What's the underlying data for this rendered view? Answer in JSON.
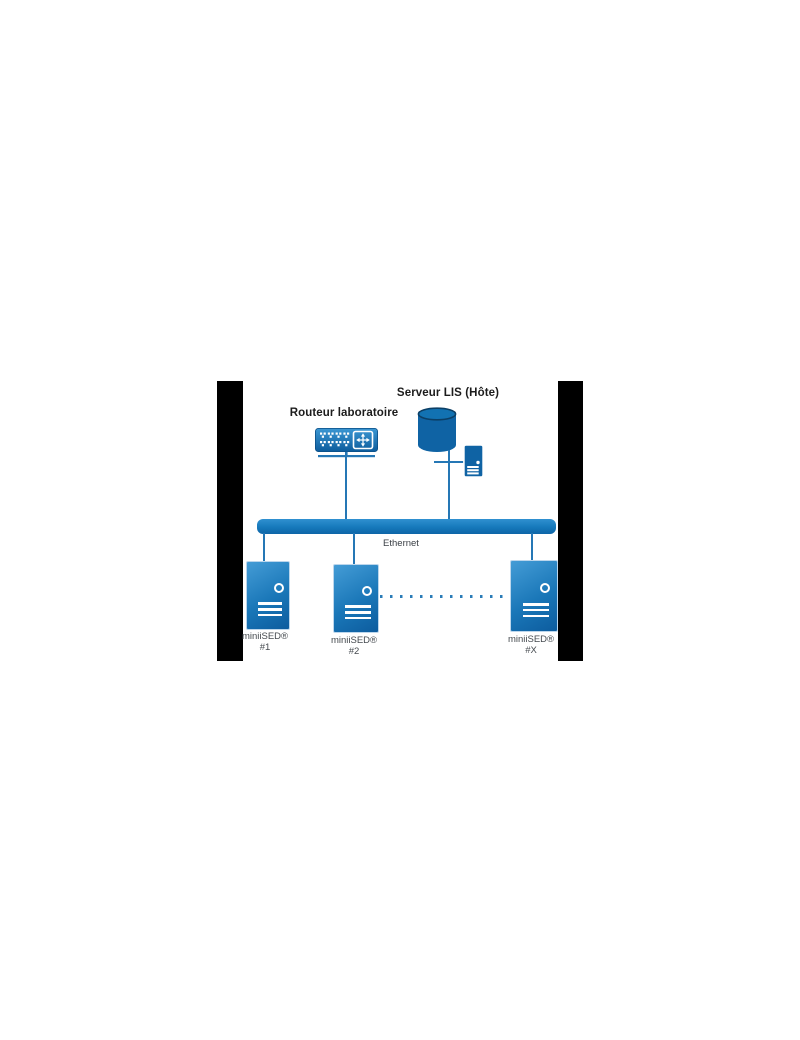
{
  "page": {
    "background": "#ffffff"
  },
  "letterbox": {
    "color": "#000000"
  },
  "diagram": {
    "router": {
      "label": "Routeur laboratoire",
      "icon": "router-switch-icon"
    },
    "server": {
      "label": "Serveur LIS (Hôte)",
      "icons": [
        "database-cylinder-icon",
        "workstation-tower-icon"
      ]
    },
    "bus": {
      "label": "Ethernet"
    },
    "devices": [
      {
        "name": "miniiSED®",
        "number": "#1",
        "icon": "analyzer-tower-icon"
      },
      {
        "name": "miniiSED®",
        "number": "#2",
        "icon": "analyzer-tower-icon"
      },
      {
        "name": "miniiSED®",
        "number": "#X",
        "icon": "analyzer-tower-icon"
      }
    ],
    "colors": {
      "primary_blue": "#1273b4",
      "blue_gradient_light": "#449cd6",
      "blue_gradient_dark": "#0d5c9e",
      "connector_blue": "#2577b5",
      "cylinder_rim_navy": "#0b3f66",
      "title_text": "#1c1c1c",
      "label_text": "#454a4f",
      "letterbox_black": "#000000"
    }
  }
}
